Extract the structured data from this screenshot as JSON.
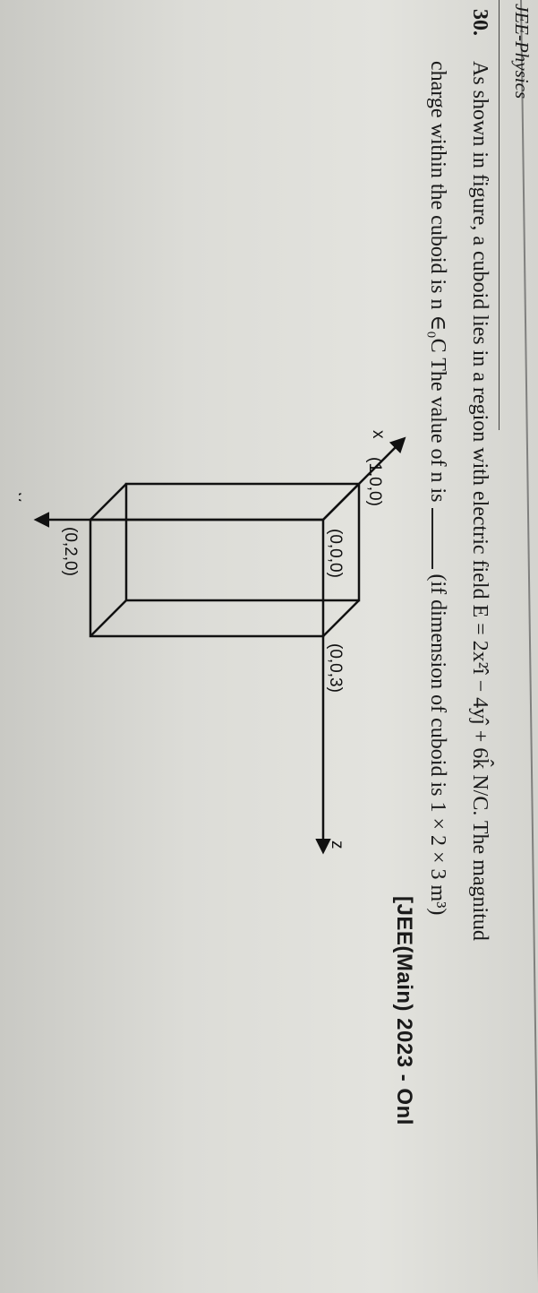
{
  "header": "JEE-Physics",
  "question": {
    "number": "30.",
    "line1_part1": "As shown in figure, a cuboid lies in a region with electric field",
    "field_expression": "E = 2x²î − 4yĵ + 6k̂ N/C",
    "line1_part2": ". The magnitud",
    "line2_part1": "charge within the cuboid is n ∈₀C The value of n is",
    "line2_part2": "(if dimension of cuboid is 1 × 2 × 3 m³)",
    "source": "[JEE(Main) 2023 - Onl"
  },
  "figure": {
    "axis_x": "x",
    "axis_y": "y",
    "axis_z": "z",
    "point_origin": "(0,0,0)",
    "point_x": "(1,0,0)",
    "point_y": "(0,2,0)",
    "point_z": "(0,0,3)"
  }
}
